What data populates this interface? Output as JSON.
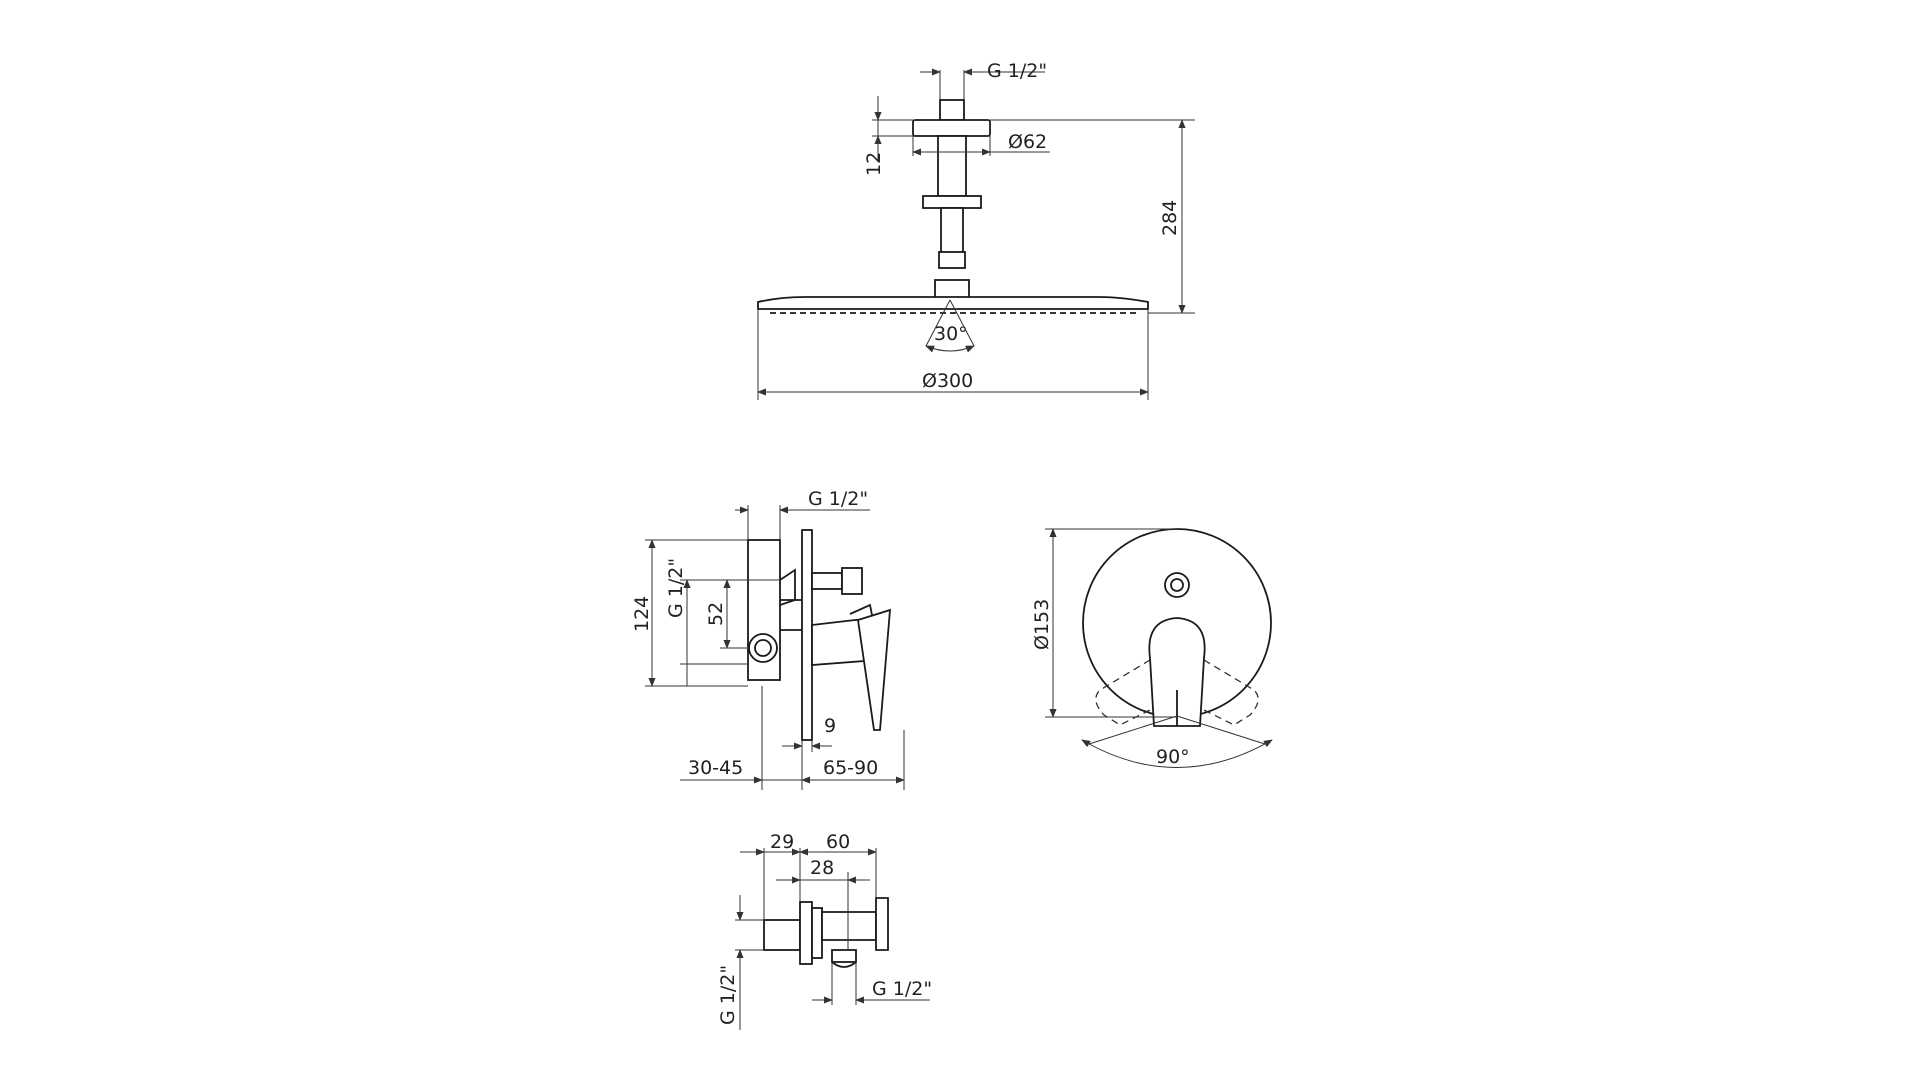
{
  "colors": {
    "line": "#1a1a1a",
    "text": "#222222",
    "background": "#ffffff"
  },
  "shower_head": {
    "thread": "G 1/2\"",
    "flange_diameter": "Ø62",
    "flange_height": "12",
    "total_height": "284",
    "spray_angle": "30°",
    "head_diameter": "Ø300"
  },
  "mixer_side": {
    "thread_top": "G 1/2\"",
    "height": "124",
    "thread_side": "G 1/2\"",
    "axis_distance": "52",
    "plate_thickness": "9",
    "wall_depth": "30-45",
    "projection": "65-90"
  },
  "mixer_front": {
    "plate_diameter": "Ø153",
    "rotation_angle": "90°"
  },
  "wall_outlet": {
    "dim_a": "29",
    "dim_b": "60",
    "dim_c": "28",
    "thread_vertical": "G 1/2\"",
    "thread_bottom": "G 1/2\""
  }
}
